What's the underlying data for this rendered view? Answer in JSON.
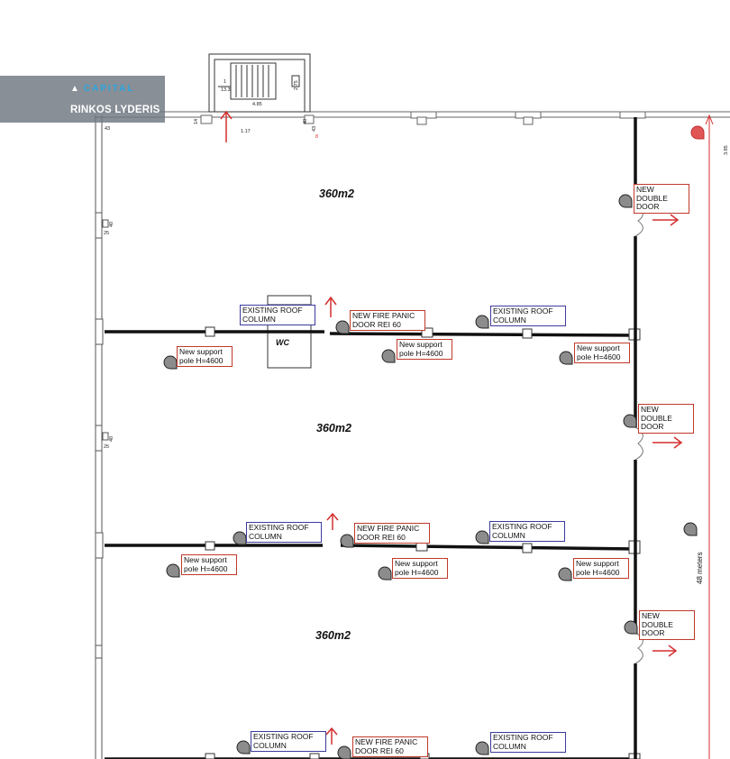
{
  "logo": {
    "brand": "CAPITAL",
    "name": "RINKOS LYDERIS"
  },
  "areas": [
    "360m2",
    "360m2",
    "360m2"
  ],
  "wc_label": "WC",
  "stair": {
    "number": "1",
    "area": "13.3",
    "dims": [
      "2.75",
      "4.85",
      "1.17"
    ]
  },
  "dimensions": [
    "43",
    "40",
    "25",
    "40",
    "25",
    "14",
    "40",
    "43",
    "8",
    "3.85"
  ],
  "length_label": "48 meters",
  "labels": {
    "existing_roof_column": "EXISTING ROOF COLUMN",
    "new_fire_panic_door": "NEW FIRE PANIC DOOR REI 60",
    "new_support_pole": "New support pole H=4600",
    "new_double_door": "NEW DOUBLE DOOR"
  },
  "colors": {
    "wall": "#111111",
    "annotation_red": "#d32f2f",
    "label_blue_border": "#3b3b9e",
    "label_red_border": "#c0392b",
    "marker_fill": "#8c8c8c"
  }
}
